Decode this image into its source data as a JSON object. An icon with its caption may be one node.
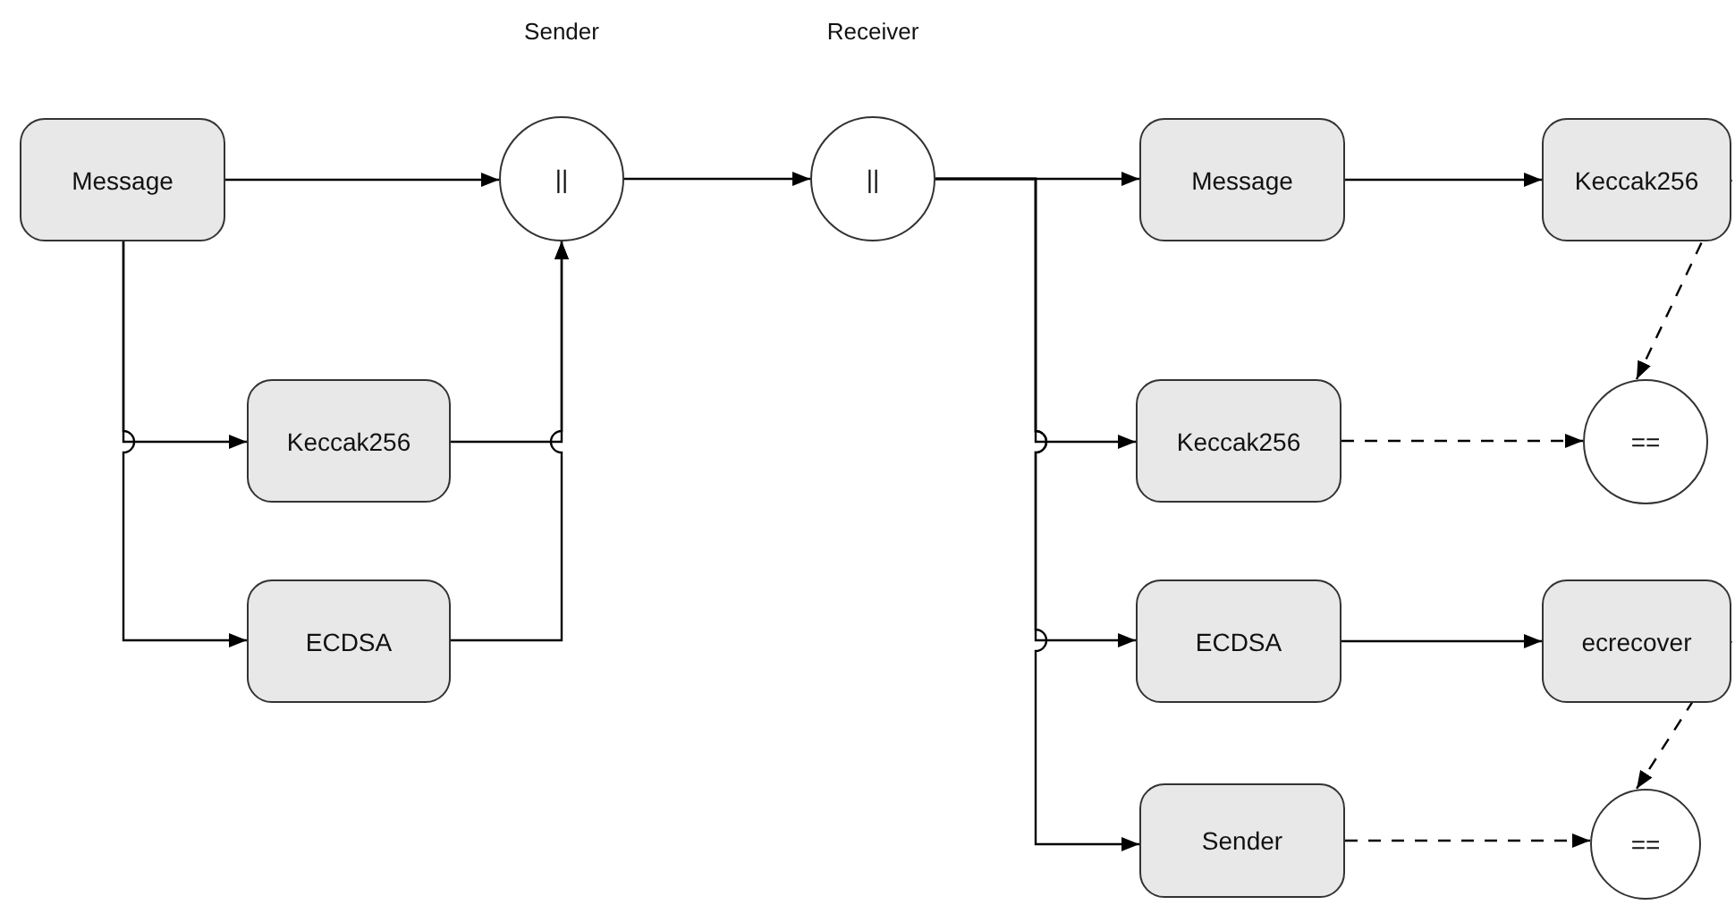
{
  "diagram": {
    "nodes": [
      {
        "text": [
          "Message"
        ]
      },
      {
        "text": [
          "Keccak256"
        ]
      },
      {
        "text": [
          "ECDSA"
        ]
      },
      {
        "text": [
          "||"
        ],
        "beside": [
          "Sender"
        ]
      },
      {
        "text": [
          "||"
        ],
        "beside": [
          "Receiver"
        ]
      },
      {
        "text": [
          "Message"
        ]
      },
      {
        "text": [
          "Keccak256"
        ]
      },
      {
        "text": [
          "Keccak256"
        ]
      },
      {
        "text": [
          "=="
        ]
      },
      {
        "text": [
          "ECDSA"
        ]
      },
      {
        "text": [
          "ecrecover"
        ]
      },
      {
        "text": [
          "Sender"
        ]
      },
      {
        "text": [
          "=="
        ]
      }
    ],
    "edges": [
      {
        "from": 0,
        "to": 3,
        "arrow": "to"
      },
      {
        "from": 0,
        "to": 1,
        "arrow": "to"
      },
      {
        "from": 0,
        "to": 2,
        "arrow": "to"
      },
      {
        "from": 1,
        "to": 3,
        "arrow": "to"
      },
      {
        "from": 2,
        "to": 3,
        "arrow": "to"
      },
      {
        "from": 3,
        "to": 4,
        "arrow": "to"
      },
      {
        "from": 4,
        "to": 5,
        "arrow": "to"
      },
      {
        "from": 4,
        "to": 7,
        "arrow": "to"
      },
      {
        "from": 4,
        "to": 9,
        "arrow": "to"
      },
      {
        "from": 4,
        "to": 11,
        "arrow": "to"
      },
      {
        "from": 5,
        "to": 6,
        "arrow": "to"
      },
      {
        "from": 6,
        "to": 8,
        "arrow": "to",
        "style": "dashed"
      },
      {
        "from": 7,
        "to": 8,
        "arrow": "to",
        "style": "dashed"
      },
      {
        "from": 9,
        "to": 10,
        "arrow": "to"
      },
      {
        "from": 10,
        "to": 12,
        "arrow": "to",
        "style": "dashed"
      },
      {
        "from": 11,
        "to": 12,
        "arrow": "to",
        "style": "dashed"
      }
    ]
  }
}
